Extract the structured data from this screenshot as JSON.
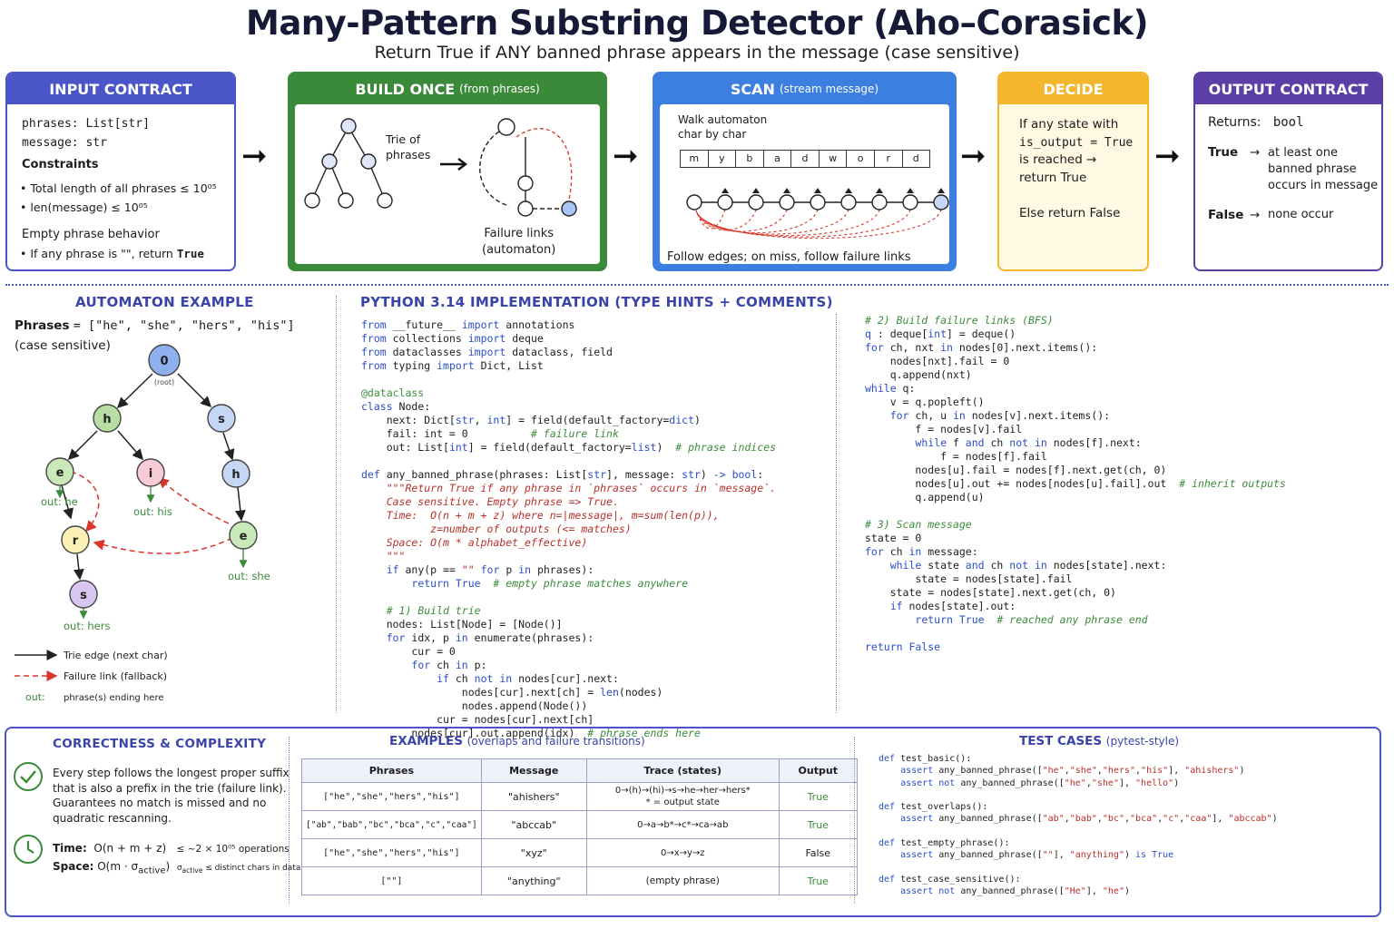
{
  "header": {
    "title": "Many-Pattern Substring Detector (Aho–Corasick)",
    "subtitle": "Return True if ANY banned phrase appears in the message (case sensitive)"
  },
  "input_contract": {
    "title": "INPUT CONTRACT",
    "line1_key": "phrases:",
    "line1_type": "List[str]",
    "line2_key": "message:",
    "line2_type": "str",
    "constraints_title": "Constraints",
    "c1": "Total length of all phrases ≤ 10⁰⁵",
    "c2": "len(message) ≤ 10⁰⁵",
    "empty_title": "Empty phrase behavior",
    "e1_a": "If any phrase is \"\", return ",
    "e1_b": "True"
  },
  "build": {
    "title": "BUILD ONCE",
    "title_small": "(from phrases)",
    "trie_label_1": "Trie of",
    "trie_label_2": "phrases",
    "fail_label_1": "Failure links",
    "fail_label_2": "(automaton)"
  },
  "scan": {
    "title": "SCAN",
    "title_small": "(stream message)",
    "walk_1": "Walk automaton",
    "walk_2": "char by char",
    "chars": [
      "m",
      "y",
      "b",
      "a",
      "d",
      "w",
      "o",
      "r",
      "d"
    ],
    "footer": "Follow edges; on miss, follow failure links"
  },
  "decide": {
    "title": "DECIDE",
    "l1": "If any state with",
    "l2": "is_output = True",
    "l3": "is reached →",
    "l4": "return True",
    "l5": "Else return False"
  },
  "output_contract": {
    "title": "OUTPUT CONTRACT",
    "returns": "Returns:",
    "returns_type": "bool",
    "true_key": "True",
    "true_arrow": "→",
    "true_1": "at least one",
    "true_2": "banned phrase",
    "true_3": "occurs in message",
    "false_key": "False",
    "false_arrow": "→",
    "false_1": "none occur"
  },
  "automaton": {
    "title": "AUTOMATON EXAMPLE",
    "phrases_key": "Phrases",
    "phrases_val": "= [\"he\", \"she\", \"hers\", \"his\"]",
    "case": "(case sensitive)",
    "root": "0",
    "root_label": "(root)",
    "nodes": {
      "h": "h",
      "s1": "s",
      "e1": "e",
      "i": "i",
      "h2": "h",
      "r": "r",
      "e2": "e",
      "s2": "s"
    },
    "outs": {
      "he": "out: he",
      "his": "out: his",
      "she": "out: she",
      "hers": "out: hers"
    },
    "legend_trie": "Trie edge (next char)",
    "legend_fail": "Failure link (fallback)",
    "legend_out_key": "out:",
    "legend_out_val": "phrase(s) ending here"
  },
  "python": {
    "title": "PYTHON 3.14 IMPLEMENTATION (TYPE HINTS + COMMENTS)"
  },
  "correctness": {
    "title": "CORRECTNESS & COMPLEXITY",
    "p1": "Every step follows the longest proper suffix",
    "p2": "that is also a prefix in the trie (failure link).",
    "p3": "Guarantees no match is missed and no",
    "p4": "quadratic rescanning.",
    "time_key": "Time:",
    "time_val": "O(n + m + z)",
    "time_note": "≤ ~2 × 10⁰⁵ operations",
    "space_key": "Space:",
    "space_val": "O(m · σ",
    "space_sub": "active",
    "space_close": ")",
    "space_note_a": "σ",
    "space_note_sub": "active",
    "space_note_b": " ≤ distinct chars in data"
  },
  "examples": {
    "title": "EXAMPLES",
    "title_small": "(overlaps and failure transitions)",
    "headers": [
      "Phrases",
      "Message",
      "Trace (states)",
      "Output"
    ],
    "rows": [
      {
        "phrases": "[\"he\",\"she\",\"hers\",\"his\"]",
        "message": "\"ahishers\"",
        "trace": "0→(h)→(hi)→s→he→her→hers*",
        "trace2": "* = output state",
        "output": "True"
      },
      {
        "phrases": "[\"ab\",\"bab\",\"bc\",\"bca\",\"c\",\"caa\"]",
        "message": "\"abccab\"",
        "trace": "0→a→b*→c*→ca→ab",
        "trace2": "",
        "output": "True"
      },
      {
        "phrases": "[\"he\",\"she\",\"hers\",\"his\"]",
        "message": "\"xyz\"",
        "trace": "0→x→y→z",
        "trace2": "",
        "output": "False"
      },
      {
        "phrases": "[\"\"]",
        "message": "\"anything\"",
        "trace": "(empty phrase)",
        "trace2": "",
        "output": "True"
      }
    ]
  },
  "tests": {
    "title": "TEST CASES",
    "title_small": "(pytest-style)"
  },
  "colors": {
    "input": "#4a55c8",
    "build": "#3b8a3a",
    "scan": "#3c7fe0",
    "decide": "#f3b62c",
    "output": "#5b3fa6",
    "failure_link": "#d9352a"
  }
}
